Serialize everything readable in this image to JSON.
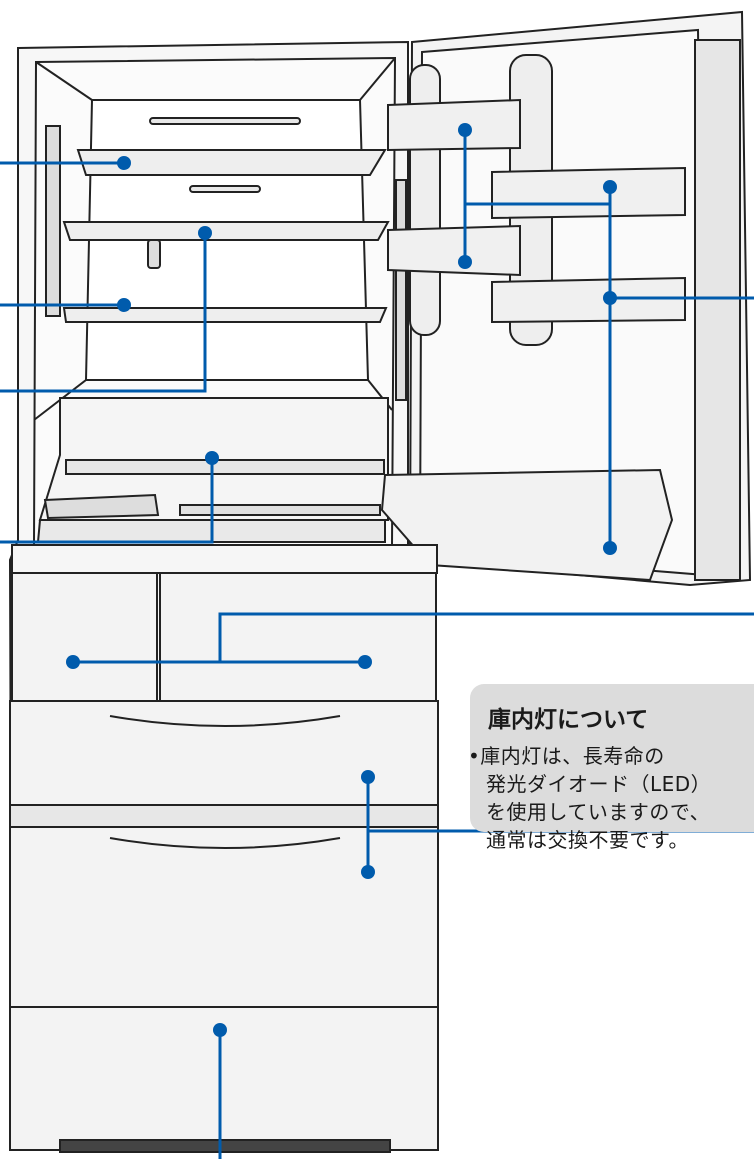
{
  "notice": {
    "title": "庫内灯について",
    "bullet": "•",
    "lines": [
      "庫内灯は、長寿命の",
      "発光ダイオード（LED）",
      "を使用していますので、",
      "通常は交換不要です。"
    ]
  },
  "colors": {
    "callout": "#005bac",
    "outline": "#222222",
    "panel": "#f2f2f2",
    "notice_bg": "#dcdcdc"
  }
}
